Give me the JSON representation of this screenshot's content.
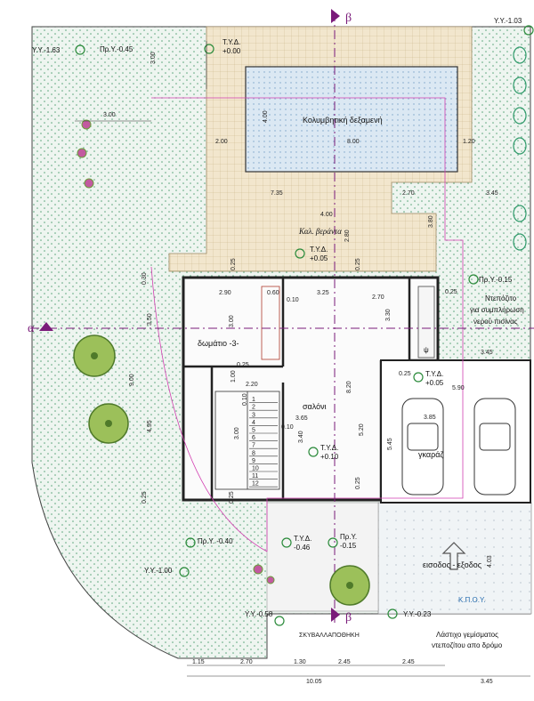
{
  "section_labels": {
    "top_beta": "β",
    "bottom_beta": "β",
    "left_alpha": "α"
  },
  "rooms": {
    "pool": "Κολυμβητική δεξαμενή",
    "veranda": "Καλ. βεράντα",
    "room3": "δωμάτιο -3-",
    "living": "σαλόνι",
    "garage": "γκαράζ",
    "entrance": "εισοδος - εξοδος",
    "tank_note_1": "Ντεπόζιτο",
    "tank_note_2": "για συμπλήρωση",
    "tank_note_3": "νερού πισίνας",
    "drain_note_1": "Λάστιχο γεμίσματος",
    "drain_note_2": "ντεποζίτου απο δρόμο",
    "garbage": "ΣΚΥΒΑΛΛΑΠΟΘΗΚΗ",
    "kpoy": "Κ.Π.Ο.Υ."
  },
  "levels": {
    "yy_top_left": "Υ.Υ.-1.63",
    "yy_top_right": "Υ.Υ.-1.03",
    "pry_top": "Πρ.Υ.-0.45",
    "tyd_pool_1": "Τ.Υ.Δ.",
    "tyd_pool_2": "+0.00",
    "tyd_ver_1": "Τ.Υ.Δ.",
    "tyd_ver_2": "+0.05",
    "pry_right": "Πρ.Υ.-0.15",
    "tyd_gar_1": "Τ.Υ.Δ.",
    "tyd_gar_2": "+0.05",
    "tyd_liv_1": "Τ.Υ.Δ.",
    "tyd_liv_2": "+0.10",
    "pry_mid": "Πρ.Υ. -0.40",
    "tyd_ent_1": "Τ.Υ.Δ.",
    "tyd_ent_2": "-0.46",
    "pry_ent_1": "Πρ.Υ.",
    "pry_ent_2": "-0.15",
    "yy_left_bottom": "Υ.Υ.-1.00",
    "yy_bottom_1": "Υ.Υ.-0.58",
    "yy_bottom_2": "Υ.Υ.-0.23"
  },
  "dims": {
    "d300a": "3.00",
    "d300b": "3.00",
    "d400": "4.00",
    "d200": "2.00",
    "d800": "8.00",
    "d120": "1.20",
    "d735": "7.35",
    "d270a": "2.70",
    "d345a": "3.45",
    "d400b": "4.00",
    "d280": "2.80",
    "d380": "3.80",
    "d030": "0.30",
    "d025a": "0.25",
    "d025b": "0.25",
    "d290": "2.90",
    "d060": "0.60",
    "d010a": "0.10",
    "d325": "3.25",
    "d270b": "2.70",
    "d025c": "0.25",
    "d350": "3.50",
    "d300c": "3.00",
    "d330": "3.30",
    "d345b": "3.45",
    "d100": "1.00",
    "d025d": "0.25",
    "d220": "2.20",
    "d820": "8.20",
    "d025e": "0.25",
    "d590": "5.90",
    "d900": "9.00",
    "d495": "4.95",
    "d365": "3.65",
    "d010b": "0.10",
    "d340": "3.40",
    "d520": "5.20",
    "d385": "3.85",
    "d545": "5.45",
    "d300d": "3.00",
    "d010c": "0.10",
    "d025f": "0.25",
    "d025g": "0.25",
    "d025h": "0.25",
    "d403": "4.03",
    "b115": "1.15",
    "b270": "2.70",
    "b130": "1.30",
    "b245a": "2.45",
    "b245b": "2.45",
    "b1005": "10.05",
    "b345": "3.45"
  },
  "stairs": [
    "1",
    "2",
    "3",
    "4",
    "5",
    "6",
    "7",
    "8",
    "9",
    "10",
    "11",
    "12"
  ],
  "psi": "ψ",
  "colors": {
    "lawn": "#eaf3ee",
    "tile": "#efe2c8",
    "pool": "#d8e6f2",
    "wall": "#2b2b2b",
    "section": "#7a1b7a",
    "magenta": "#d23fb1",
    "green": "#2a8a3a"
  }
}
